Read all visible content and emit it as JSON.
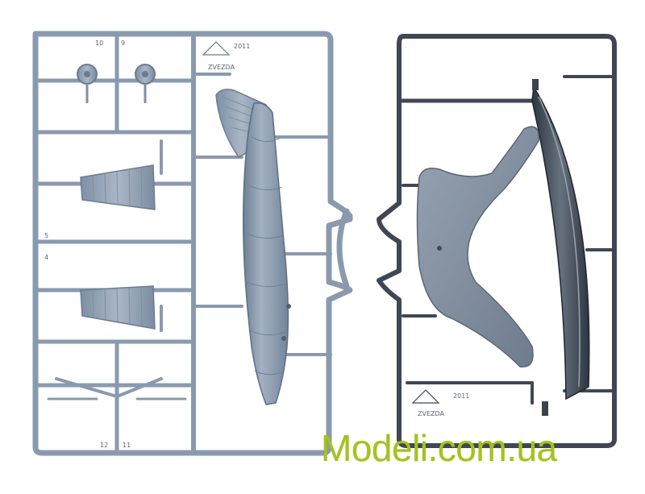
{
  "watermark": {
    "text": "Modeli.com.ua",
    "color": "#a6c21c"
  },
  "sprue_left": {
    "color": "#8e9db0",
    "labels": {
      "part_10": "10",
      "part_9": "9",
      "year": "2011",
      "brand": "ZVEZDA",
      "part_12": "12",
      "part_11": "11",
      "part_4": "4",
      "part_5": "5"
    }
  },
  "sprue_right": {
    "frame_color": "#4b5663",
    "part_color": "#8b98a8",
    "labels": {
      "year": "2011",
      "brand": "ZVEZDA"
    }
  }
}
